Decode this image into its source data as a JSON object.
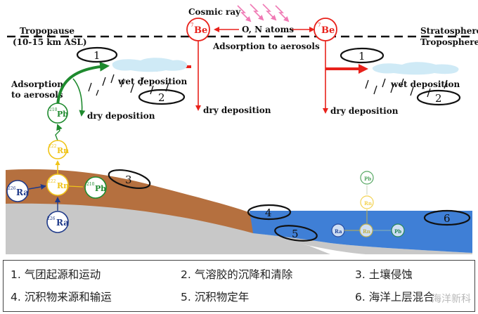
{
  "labels": {
    "cosmic_ray": "Cosmic ray",
    "tropopause": "Tropopause",
    "tropopause_height": "(10-15 km ASL)",
    "stratosphere": "Stratosphere",
    "troposphere": "Troposphere",
    "on_atoms": "O, N atoms",
    "adsorption_aerosols_top": "Adsorption to aerosols",
    "adsorption_aerosols_left_1": "Adsorption",
    "adsorption_aerosols_left_2": "to aerosols",
    "wet_deposition": "wet deposition",
    "dry_deposition": "dry deposition"
  },
  "isotopes": {
    "be7": {
      "mass": "7",
      "symbol": "Be"
    },
    "pb210": {
      "mass": "210",
      "symbol": "Pb"
    },
    "rn222": {
      "mass": "222",
      "symbol": "Rn"
    },
    "ra226": {
      "mass": "226",
      "symbol": "Ra"
    }
  },
  "markers": [
    "1",
    "2",
    "3",
    "4",
    "5",
    "6"
  ],
  "legend": [
    {
      "text": "1. 气团起源和运动"
    },
    {
      "text": "2. 气溶胶的沉降和清除"
    },
    {
      "text": "3.  土壤侵蚀"
    },
    {
      "text": "4. 沉积物来源和输运"
    },
    {
      "text": "5.   沉积物定年"
    },
    {
      "text": "6. 海洋上层混合"
    }
  ],
  "watermark": "海洋新科",
  "colors": {
    "red": "#e8211b",
    "green": "#1e8a2e",
    "yellow": "#f0c419",
    "navy": "#1f3a8a",
    "soil": "#b5703f",
    "rock": "#c8c8c8",
    "sea": "#3f7fd6",
    "cloud": "#cfeaf6",
    "pink": "#f07ab5"
  }
}
